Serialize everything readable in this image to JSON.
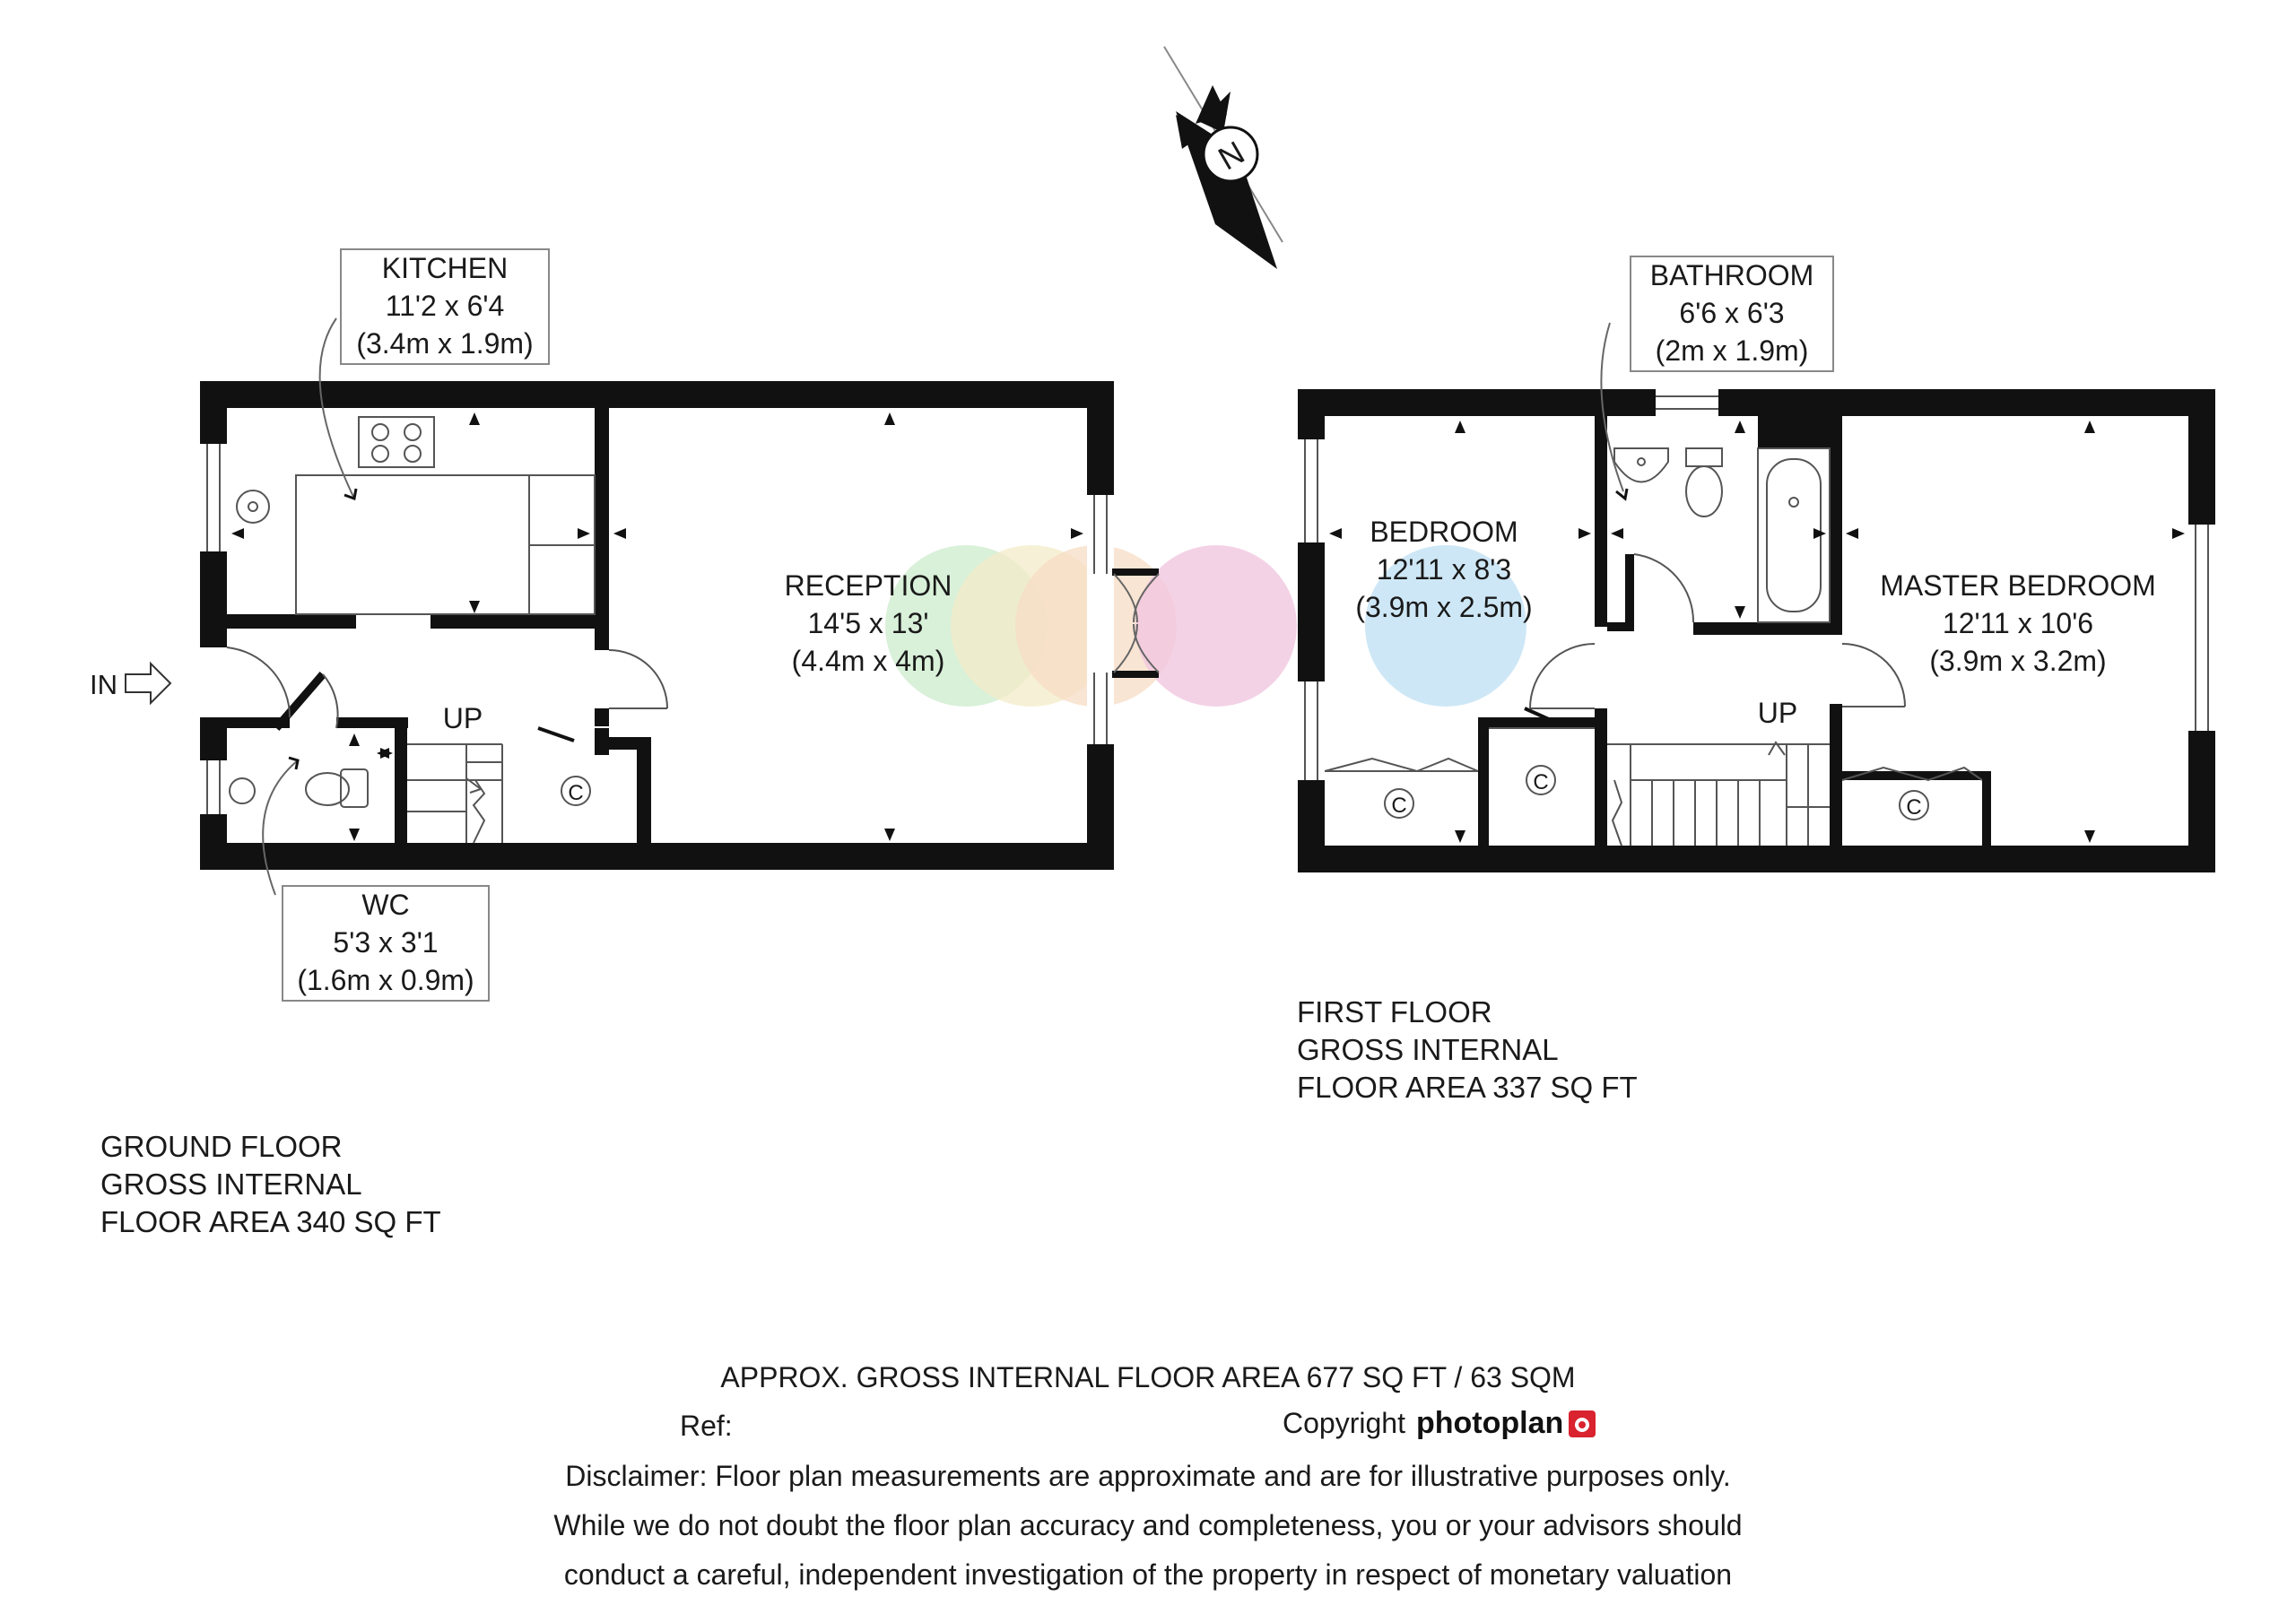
{
  "rooms": {
    "kitchen": {
      "name": "KITCHEN",
      "size_ft": "11'2 x 6'4",
      "size_m": "(3.4m x 1.9m)"
    },
    "reception": {
      "name": "RECEPTION",
      "size_ft": "14'5 x 13'",
      "size_m": "(4.4m x 4m)"
    },
    "wc": {
      "name": "WC",
      "size_ft": "5'3 x 3'1",
      "size_m": "(1.6m x 0.9m)"
    },
    "bathroom": {
      "name": "BATHROOM",
      "size_ft": "6'6 x 6'3",
      "size_m": "(2m x 1.9m)"
    },
    "bedroom": {
      "name": "BEDROOM",
      "size_ft": "12'11 x 8'3",
      "size_m": "(3.9m x 2.5m)"
    },
    "master_bedroom": {
      "name": "MASTER BEDROOM",
      "size_ft": "12'11 x 10'6",
      "size_m": "(3.9m x 3.2m)"
    }
  },
  "labels": {
    "entrance": "IN",
    "stairs_up": "UP",
    "cupboard": "C",
    "compass": "N"
  },
  "floors": {
    "ground": {
      "line1": "GROUND FLOOR",
      "line2": "GROSS INTERNAL",
      "line3": "FLOOR AREA 340 SQ FT"
    },
    "first": {
      "line1": "FIRST FLOOR",
      "line2": "GROSS INTERNAL",
      "line3": "FLOOR AREA 337 SQ FT"
    }
  },
  "footer": {
    "total": "APPROX. GROSS INTERNAL FLOOR AREA 677 SQ FT / 63 SQM",
    "ref": "Ref:",
    "copyright": "Copyright",
    "brand_a": "photo",
    "brand_b": "plan",
    "disclaimer1": "Disclaimer: Floor plan measurements are approximate and are for illustrative purposes only.",
    "disclaimer2": "While we do not doubt the floor plan accuracy and completeness, you or your advisors should",
    "disclaimer3": "conduct a careful, independent investigation of the property in respect of monetary valuation"
  },
  "colors": {
    "wall": "#111111",
    "line": "#555555",
    "green": "#cfeccf",
    "yellow": "#f3ecc8",
    "orange": "#f7dcc4",
    "pink": "#f1c7e0",
    "blue": "#c6e3f5",
    "brand_red": "#d9232e"
  }
}
